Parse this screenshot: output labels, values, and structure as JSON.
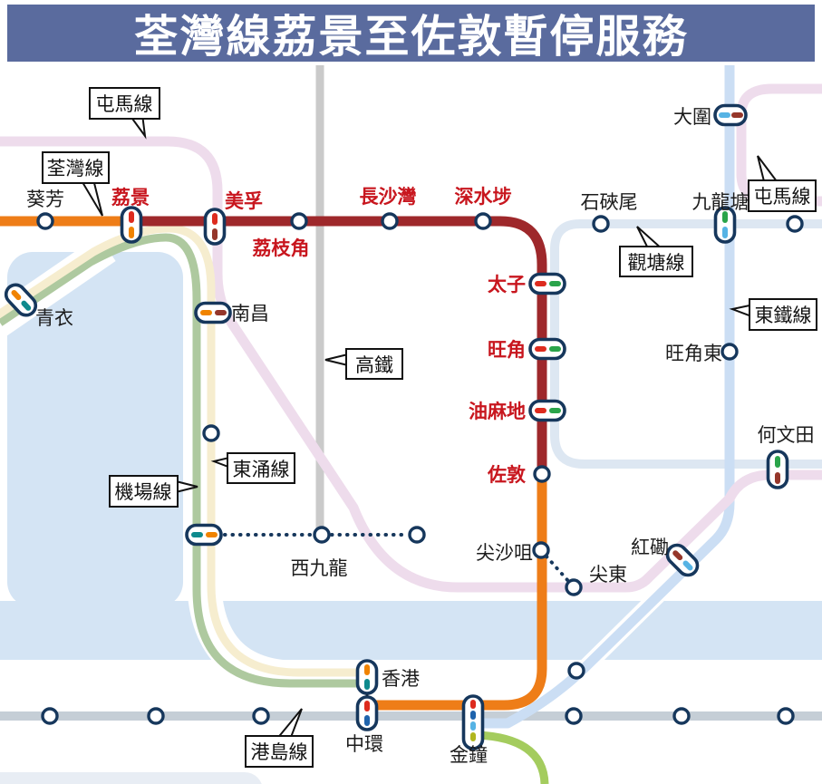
{
  "title": {
    "text": "荃灣線荔景至佐敦暫停服務",
    "bg": "#5a6b9e",
    "fg": "#ffffff"
  },
  "colors": {
    "suspended_maroon": "#9e282b",
    "operating_orange": "#ee7d18",
    "tml_pale_pink": "#eedcec",
    "ktl_pale": "#dde7f2",
    "eal_pale": "#cbdef4",
    "tcl_pale_yellow": "#f6edcf",
    "ael_pale_green": "#aec99f",
    "isl_gray": "#c5ced6",
    "hsr_gray": "#cacaca",
    "sil_green": "#a4cc5e",
    "water": "#d4e4f4",
    "land_shade": "#e8edf4",
    "dash_red": "#dd2b1e",
    "dash_green": "#2aa44a",
    "dash_orange": "#f08300",
    "dash_teal": "#0e8a8d",
    "dash_maroon": "#95362a",
    "dash_sky": "#56b3e4",
    "dash_blue": "#1e63ac",
    "dash_olive": "#b0b61e",
    "station_ring": "#16375c",
    "label_red": "#c8161e"
  },
  "bubbles": {
    "tuen_ma_left": "屯馬線",
    "tsuen_wan": "荃灣線",
    "tuen_ma_right": "屯馬線",
    "kwun_tong": "觀塘線",
    "east_rail": "東鐵線",
    "high_speed": "高鐵",
    "tung_chung": "東涌線",
    "airport": "機場線",
    "island": "港島線"
  },
  "stations": {
    "red": {
      "lai_king": "荔景",
      "mei_foo": "美孚",
      "lai_chi_kok": "荔枝角",
      "cheung_sha_wan": "長沙灣",
      "sham_shui_po": "深水埗",
      "prince_edward": "太子",
      "mong_kok": "旺角",
      "yau_ma_tei": "油麻地",
      "jordan": "佐敦"
    },
    "black": {
      "kwai_fong": "葵芳",
      "tsing_yi": "青衣",
      "nam_cheong": "南昌",
      "shek_kip_mei": "石硤尾",
      "kowloon_tong": "九龍塘",
      "tai_wai": "大圍",
      "mong_kok_east": "旺角東",
      "ho_man_tin": "何文田",
      "hung_hom": "紅磡",
      "east_tsim_sha_tsui": "尖東",
      "tsim_sha_tsui": "尖沙咀",
      "west_kowloon": "西九龍",
      "hong_kong": "香港",
      "central": "中環",
      "admiralty": "金鐘"
    }
  }
}
